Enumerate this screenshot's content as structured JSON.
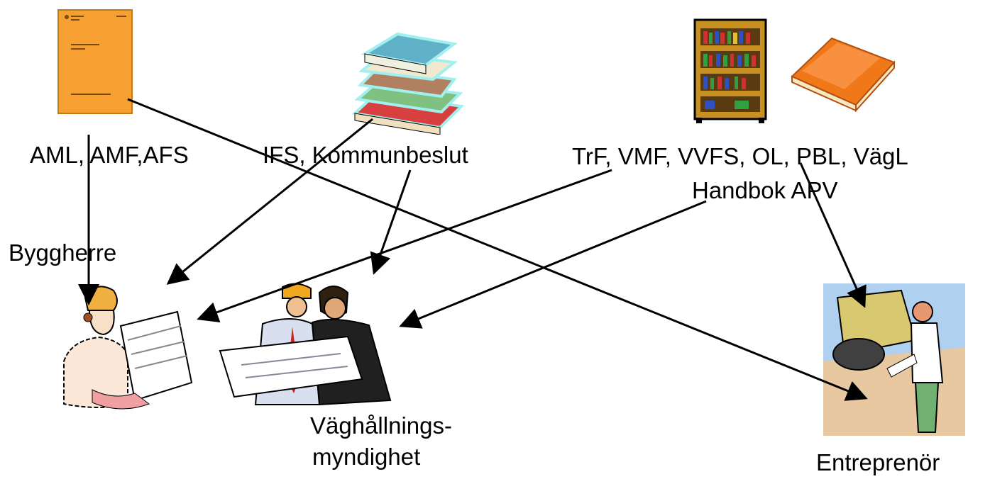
{
  "labels": {
    "aml": "AML, AMF,AFS",
    "ifs": "IFS, Kommunbeslut",
    "trf": "TrF, VMF, VVFS, OL, PBL, VägL",
    "handbok": "Handbok APV",
    "byggherre": "Byggherre",
    "vaghallning_1": "Väghållnings-",
    "vaghallning_2": "myndighet",
    "entreprenor": "Entreprenör"
  },
  "colors": {
    "law_book_cover": "#f5a030",
    "handbook_cover": "#f07818",
    "bookshelf_wood": "#c89020",
    "arrow": "#000000"
  },
  "icons": [
    "law-document-icon",
    "book-stack-icon",
    "bookshelf-icon",
    "handbook-icon",
    "builder-with-plans-icon",
    "two-men-reviewing-plans-icon",
    "surveyor-with-roller-icon"
  ]
}
